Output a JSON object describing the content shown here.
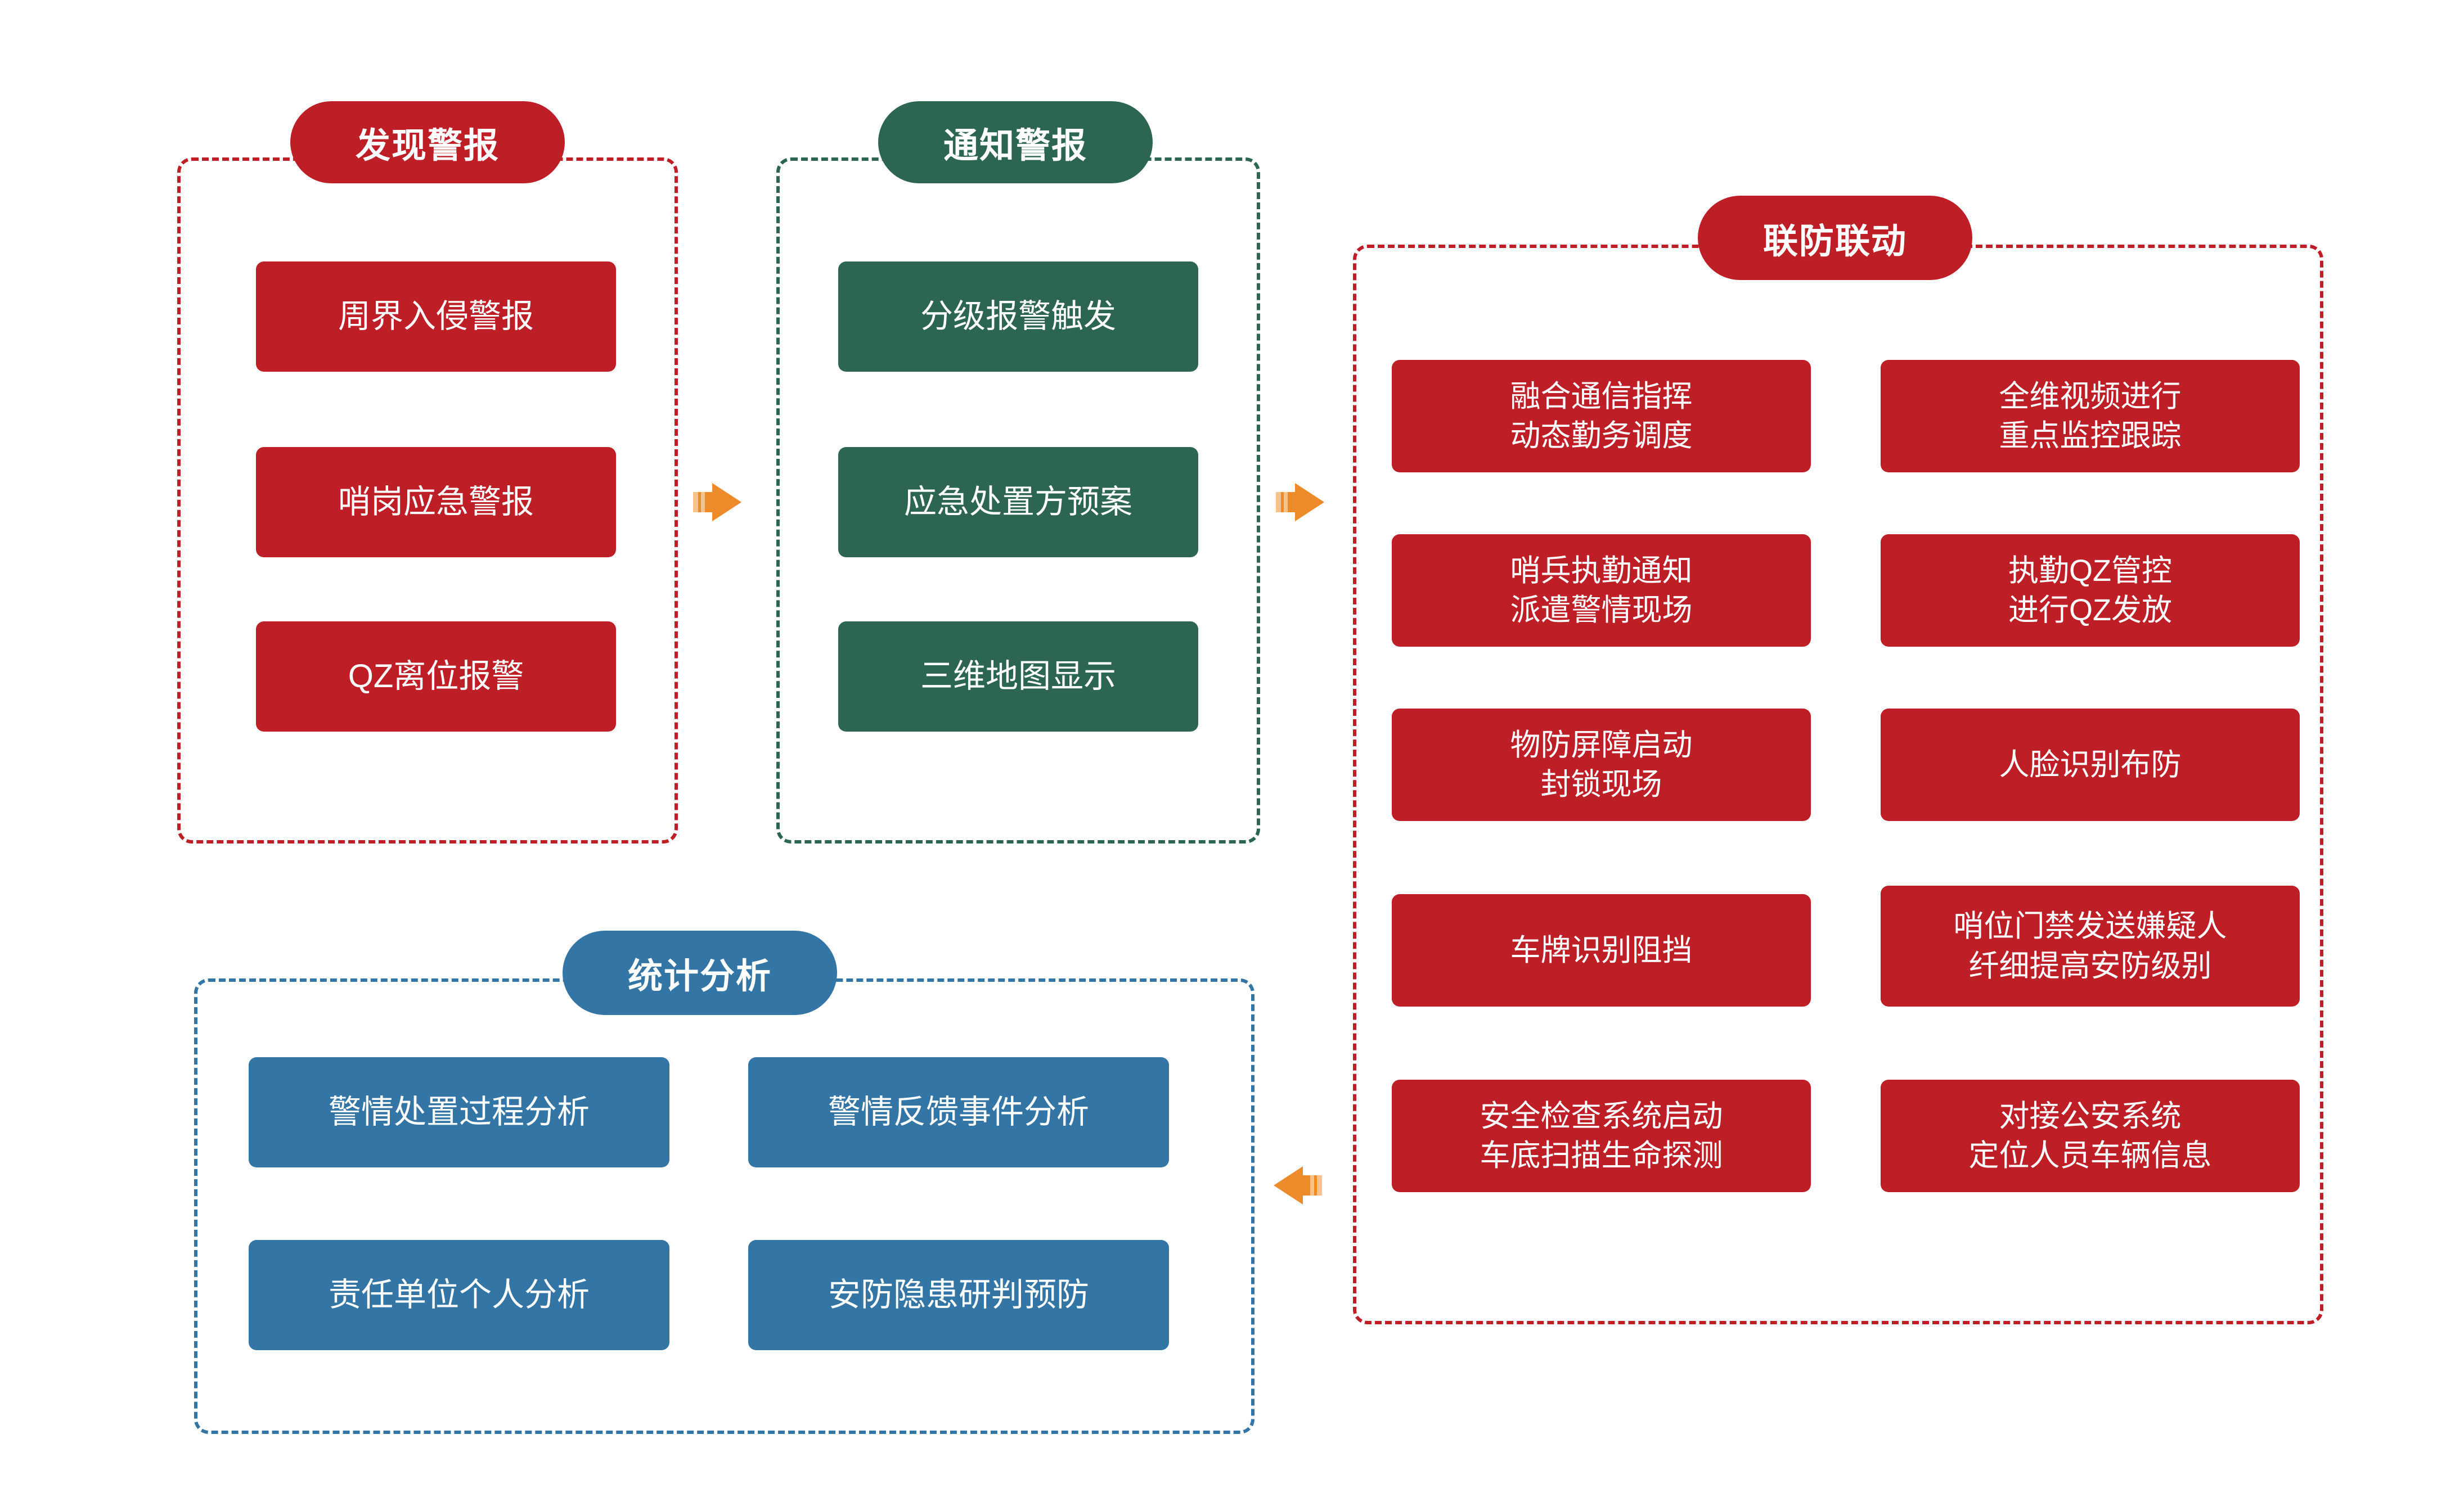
{
  "diagram": {
    "title_present": false,
    "colors": {
      "red": "#BE1E26",
      "green": "#2D6650",
      "blue": "#3375A5",
      "arrow_orange": "#ED8B2B",
      "arrow_orange_light": "#F7C38A",
      "background": "#FFFFFF"
    },
    "groups": [
      {
        "id": "discover-alarm",
        "header": "发现警报",
        "color": "red",
        "items": [
          "周界入侵警报",
          "哨岗应急警报",
          "QZ离位报警"
        ]
      },
      {
        "id": "notify-alarm",
        "header": "通知警报",
        "color": "green",
        "items": [
          "分级报警触发",
          "应急处置方预案",
          "三维地图显示"
        ]
      },
      {
        "id": "joint-defense",
        "header": "联防联动",
        "color": "red",
        "items": [
          "融合通信指挥\n动态勤务调度",
          "全维视频进行\n重点监控跟踪",
          "哨兵执勤通知\n派遣警情现场",
          "执勤QZ管控\n进行QZ发放",
          "物防屏障启动\n封锁现场",
          "人脸识别布防",
          "车牌识别阻挡",
          "哨位门禁发送嫌疑人\n纤细提高安防级别",
          "安全检查系统启动\n车底扫描生命探测",
          "对接公安系统\n定位人员车辆信息"
        ]
      },
      {
        "id": "statistical-analysis",
        "header": "统计分析",
        "color": "blue",
        "items": [
          "警情处置过程分析",
          "警情反馈事件分析",
          "责任单位个人分析",
          "安防隐患研判预防"
        ]
      }
    ],
    "arrows": [
      {
        "id": "arrow-discover-to-notify",
        "direction": "right"
      },
      {
        "id": "arrow-notify-to-joint",
        "direction": "right"
      },
      {
        "id": "arrow-joint-to-statistics",
        "direction": "left"
      }
    ]
  }
}
